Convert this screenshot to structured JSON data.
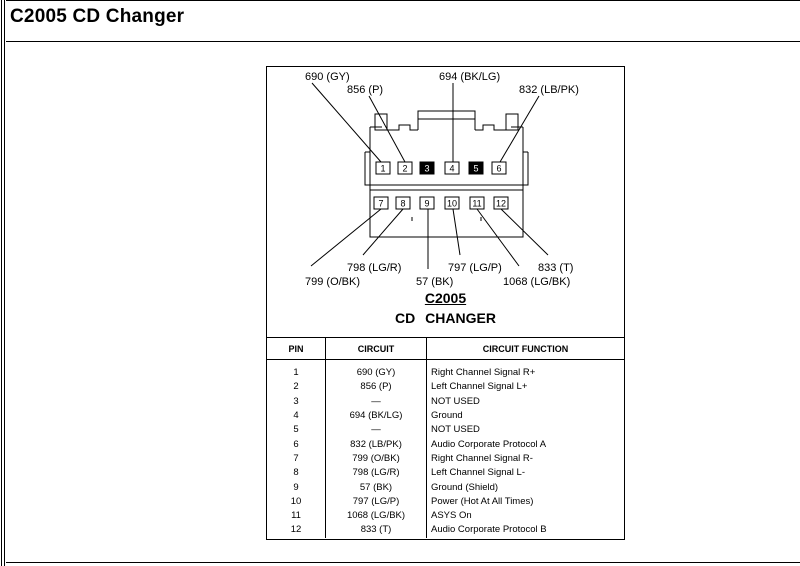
{
  "page": {
    "title": "C2005 CD Changer"
  },
  "connector": {
    "name": "C2005",
    "description": "CD CHANGER",
    "top_callouts": [
      "690 (GY)",
      "856 (P)",
      "694 (BK/LG)",
      "832 (LB/PK)"
    ],
    "bottom_callouts": [
      "798 (LG/R)",
      "799 (O/BK)",
      "57 (BK)",
      "797 (LG/P)",
      "833 (T)",
      "1068 (LG/BK)"
    ],
    "top_row": [
      {
        "pin": "1",
        "filled": false
      },
      {
        "pin": "2",
        "filled": false
      },
      {
        "pin": "3",
        "filled": true
      },
      {
        "pin": "4",
        "filled": false
      },
      {
        "pin": "5",
        "filled": true
      },
      {
        "pin": "6",
        "filled": false
      }
    ],
    "bottom_row": [
      {
        "pin": "7",
        "filled": false
      },
      {
        "pin": "8",
        "filled": false
      },
      {
        "pin": "9",
        "filled": false
      },
      {
        "pin": "10",
        "filled": false
      },
      {
        "pin": "11",
        "filled": false
      },
      {
        "pin": "12",
        "filled": false
      }
    ]
  },
  "table": {
    "headers": {
      "pin": "PIN",
      "circuit": "CIRCUIT",
      "function": "CIRCUIT FUNCTION"
    },
    "rows": [
      {
        "pin": "1",
        "circuit": "690 (GY)",
        "function": "Right Channel Signal R+"
      },
      {
        "pin": "2",
        "circuit": "856 (P)",
        "function": "Left Channel Signal L+"
      },
      {
        "pin": "3",
        "circuit": "—",
        "function": "NOT USED"
      },
      {
        "pin": "4",
        "circuit": "694 (BK/LG)",
        "function": "Ground"
      },
      {
        "pin": "5",
        "circuit": "—",
        "function": "NOT USED"
      },
      {
        "pin": "6",
        "circuit": "832 (LB/PK)",
        "function": "Audio Corporate Protocol A"
      },
      {
        "pin": "7",
        "circuit": "799 (O/BK)",
        "function": "Right Channel Signal R-"
      },
      {
        "pin": "8",
        "circuit": "798 (LG/R)",
        "function": "Left Channel Signal L-"
      },
      {
        "pin": "9",
        "circuit": "57 (BK)",
        "function": "Ground (Shield)"
      },
      {
        "pin": "10",
        "circuit": "797 (LG/P)",
        "function": "Power (Hot At All Times)"
      },
      {
        "pin": "11",
        "circuit": "1068 (LG/BK)",
        "function": "ASYS On"
      },
      {
        "pin": "12",
        "circuit": "833 (T)",
        "function": "Audio Corporate Protocol B"
      }
    ]
  }
}
